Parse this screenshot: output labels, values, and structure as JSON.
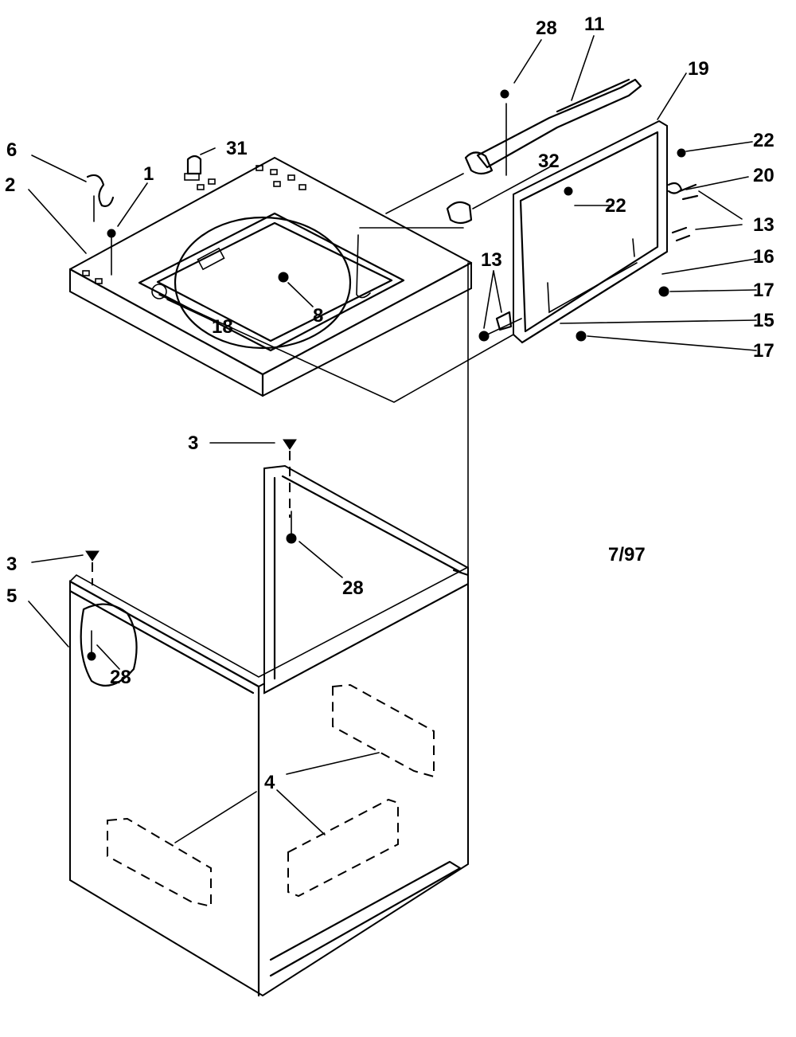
{
  "labels": {
    "l6_top": "6",
    "l31": "31",
    "l1": "1",
    "l2": "2",
    "l28_top": "28",
    "l11": "11",
    "l19": "19",
    "l32": "32",
    "l22_right": "22",
    "l20": "20",
    "l22_inner": "22",
    "l13_right": "13",
    "l16": "16",
    "l13_left": "13",
    "l17_upper": "17",
    "l15": "15",
    "l17_lower": "17",
    "l8": "8",
    "l18": "18",
    "l3_mid": "3",
    "l28_mid": "28",
    "l3_left": "3",
    "l5": "5",
    "l28_left": "28",
    "l4": "4",
    "date_code": "7/97"
  }
}
